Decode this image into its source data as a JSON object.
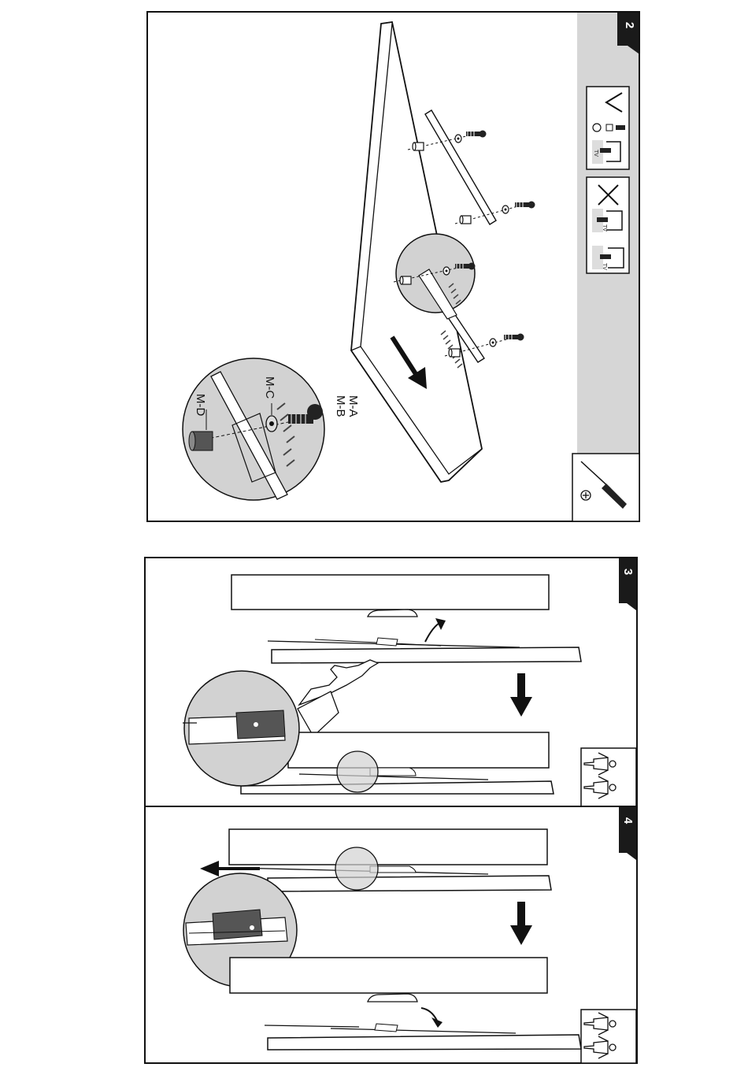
{
  "panel_2": {
    "step_number": "2",
    "part_labels": {
      "m_a": "M-A",
      "m_b": "M-B",
      "m_c": "M-C",
      "m_d": "M-D"
    },
    "icons": [
      "check-icon",
      "cross-icon",
      "screwdriver-icon",
      "phillips-icon"
    ],
    "tv_text": "TV"
  },
  "panel_3": {
    "step_number": "3",
    "icons": [
      "two-persons-icon"
    ]
  },
  "panel_4": {
    "step_number": "4",
    "icons": [
      "two-persons-icon"
    ]
  },
  "colors": {
    "sidebar_gray": "#d6d6d6",
    "zoom_gray": "#d2d2d2",
    "tab_black": "#1a1a1a"
  }
}
